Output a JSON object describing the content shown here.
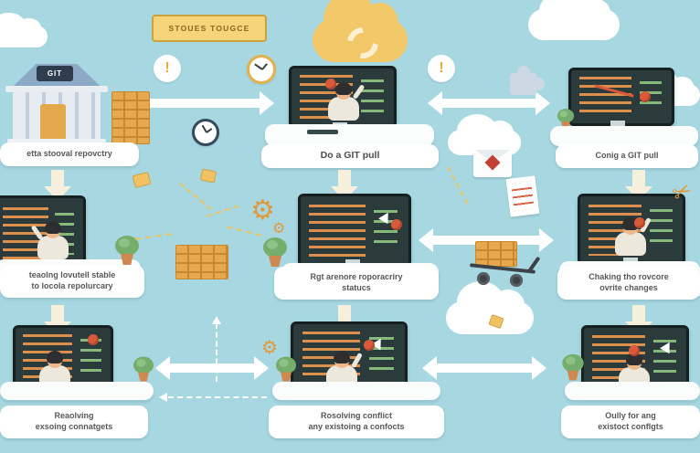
{
  "scene": {
    "title_ribbon": "STOUES TOUGCE",
    "building_sign": "GIT"
  },
  "steps": {
    "remote_repo": {
      "line1": "etta stooval repovctry"
    },
    "do_git_pull": {
      "line1": "Do a GIT pull"
    },
    "config_git_pull": {
      "line1": "Conig a GIT pull"
    },
    "pull_local_stable": {
      "line1": "teaolng lovutell stable",
      "line2": "to locola repolurcary"
    },
    "repo_status": {
      "line1": "Rgt arenore roporacriry",
      "line2": "statucs"
    },
    "review_remote_changes": {
      "line1": "Chaking tho rovcore",
      "line2": "ovrite changes"
    },
    "resolve_existing": {
      "line1": "Reaolving",
      "line2": "exsoing connatgets"
    },
    "resolve_any_conflicts": {
      "line1": "Rosolving conflict",
      "line2": "any existoing a confocts"
    },
    "check_conflicts": {
      "line1": "Oully for ang",
      "line2": "existoct conflgts"
    }
  },
  "icons": {
    "exclamation": "!",
    "gear": "⚙",
    "scissors": "✂"
  },
  "colors": {
    "background": "#a7d8e2",
    "accent_yellow": "#f2c868",
    "wood": "#e6a94f",
    "screen": "#2b3b3c",
    "ball_red": "#d95a3a"
  }
}
